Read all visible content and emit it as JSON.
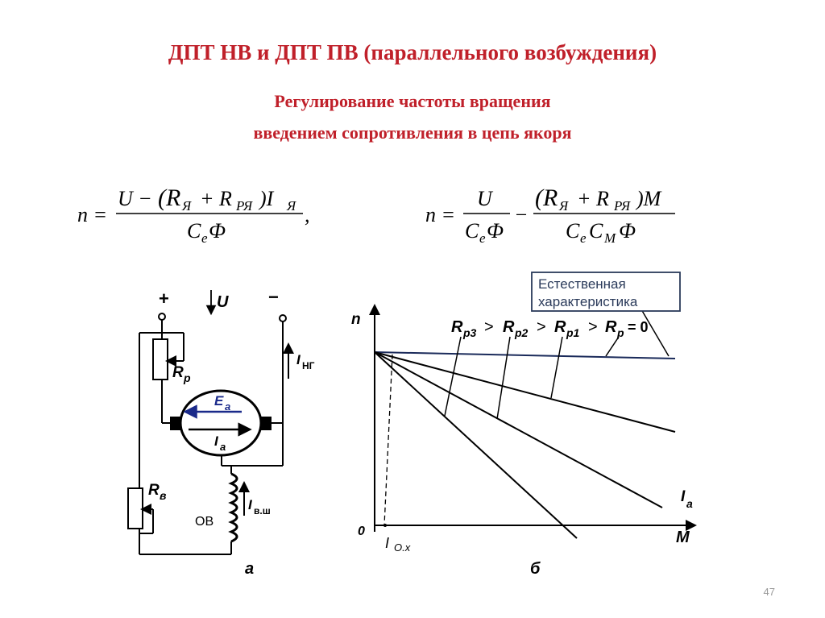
{
  "slide": {
    "title": "ДПТ НВ и ДПТ ПВ (параллельного возбуждения)",
    "subtitle_line1": "Регулирование частоты вращения",
    "subtitle_line2": "введением сопротивления в цепь якоря",
    "page_number": "47"
  },
  "formulas": {
    "f1": {
      "lhs": "n =",
      "num_u": "U −",
      "num_r": "(R",
      "num_r_sub": "Я",
      "num_plus": "+ R",
      "num_rp_sub": "РЯ",
      "num_close": ")I",
      "num_i_sub": "Я",
      "den": "C",
      "den_sub": "e",
      "den_phi": "Ф",
      "comma": ","
    },
    "f2": {
      "lhs": "n =",
      "t1_num": "U",
      "t1_den": "C",
      "t1_den_sub": "e",
      "t1_den_phi": "Ф",
      "minus": "−",
      "t2_num_open": "(R",
      "t2_num_sub1": "Я",
      "t2_num_plus": "+ R",
      "t2_num_sub2": "РЯ",
      "t2_num_close": ")M",
      "t2_den_c1": "C",
      "t2_den_sub1": "e",
      "t2_den_c2": "C",
      "t2_den_sub2": "M",
      "t2_den_phi": "Ф"
    }
  },
  "circuit": {
    "plus": "+",
    "minus": "−",
    "u": "U",
    "rp": "R",
    "rp_sub": "р",
    "rv": "R",
    "rv_sub": "в",
    "ea": "E",
    "ea_sub": "a",
    "ia": "I",
    "ia_sub": "a",
    "ing": "I",
    "ing_sub": "НГ",
    "ivsh": "I",
    "ivsh_sub": "в.ш",
    "ov": "ОВ",
    "caption": "а"
  },
  "graph": {
    "y_label": "n",
    "x_label": "M",
    "x_label_alt": "I",
    "x_label_alt_sub": "a",
    "origin": "0",
    "i0x": "I",
    "i0x_sub": "O.x",
    "natural_label_l1": "Естественная",
    "natural_label_l2": "характеристика",
    "legend_r3": "R",
    "legend_r3_sub": "р3",
    "legend_gt1": ">",
    "legend_r2": "R",
    "legend_r2_sub": "р2",
    "legend_gt2": ">",
    "legend_r1": "R",
    "legend_r1_sub": "р1",
    "legend_gt3": ">",
    "legend_r0": "R",
    "legend_r0_sub": "р",
    "legend_eq0": "= 0",
    "caption": "б",
    "line_color": "#1a2a5a"
  }
}
